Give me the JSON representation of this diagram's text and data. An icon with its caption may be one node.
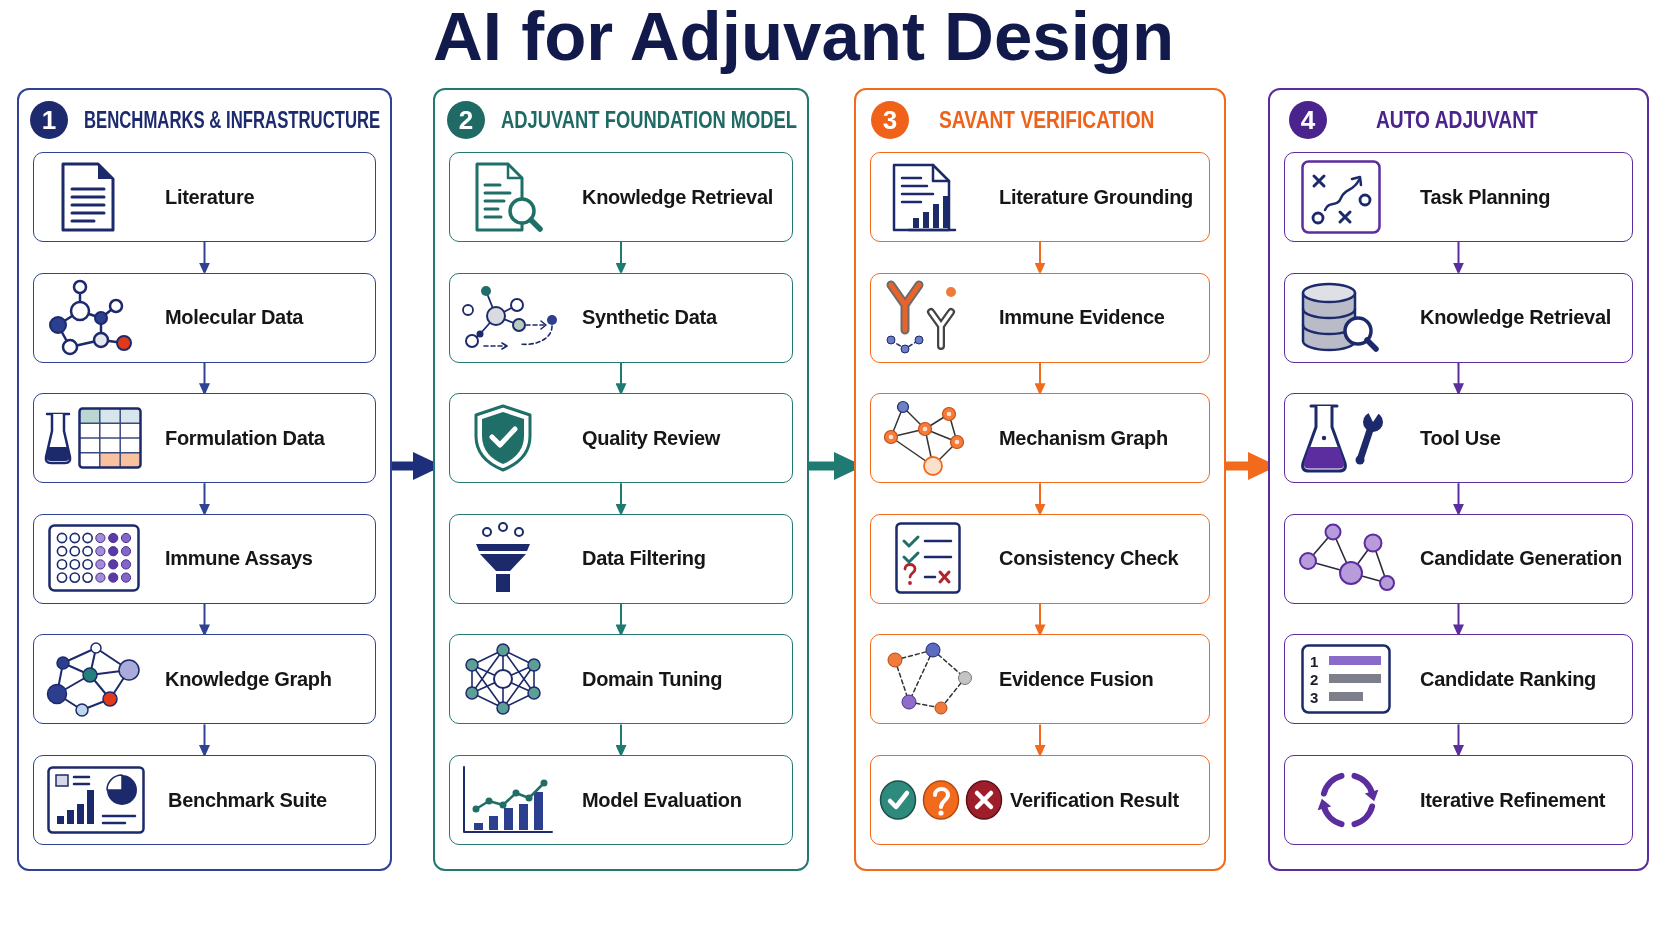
{
  "diagram": {
    "title": "AI for Adjuvant Design",
    "nodes": [
      {
        "text": [
          "1",
          "BENCHMARKS & INFRASTRUCTURE"
        ]
      },
      {
        "text": [
          "Literature"
        ],
        "in": 0
      },
      {
        "text": [
          "Molecular Data"
        ],
        "in": 0
      },
      {
        "text": [
          "Formulation Data"
        ],
        "in": 0
      },
      {
        "text": [
          "Immune Assays"
        ],
        "in": 0
      },
      {
        "text": [
          "Knowledge Graph"
        ],
        "in": 0
      },
      {
        "text": [
          "Benchmark Suite"
        ],
        "in": 0
      },
      {
        "text": [
          "2",
          "ADJUVANT FOUNDATION MODEL"
        ]
      },
      {
        "text": [
          "Knowledge Retrieval"
        ],
        "in": 7
      },
      {
        "text": [
          "Synthetic Data"
        ],
        "in": 7
      },
      {
        "text": [
          "Quality Review"
        ],
        "in": 7
      },
      {
        "text": [
          "Data Filtering"
        ],
        "in": 7
      },
      {
        "text": [
          "Domain Tuning"
        ],
        "in": 7
      },
      {
        "text": [
          "Model Evaluation"
        ],
        "in": 7
      },
      {
        "text": [
          "3",
          "SAVANT VERIFICATION"
        ]
      },
      {
        "text": [
          "Literature Grounding"
        ],
        "in": 14
      },
      {
        "text": [
          "Immune Evidence"
        ],
        "in": 14
      },
      {
        "text": [
          "Mechanism Graph"
        ],
        "in": 14
      },
      {
        "text": [
          "Consistency Check"
        ],
        "in": 14
      },
      {
        "text": [
          "Evidence Fusion"
        ],
        "in": 14
      },
      {
        "text": [
          "Verification Result"
        ],
        "in": 14
      },
      {
        "text": [
          "4",
          "AUTO ADJUVANT"
        ]
      },
      {
        "text": [
          "Task Planning"
        ],
        "in": 21
      },
      {
        "text": [
          "Knowledge Retrieval"
        ],
        "in": 21
      },
      {
        "text": [
          "Tool Use"
        ],
        "in": 21
      },
      {
        "text": [
          "Candidate Generation"
        ],
        "in": 21
      },
      {
        "text": [
          "Candidate Ranking"
        ],
        "in": 21
      },
      {
        "text": [
          "Iterative Refinement"
        ],
        "in": 21
      }
    ],
    "edges": [
      {
        "from": 1,
        "to": 2,
        "arrow": "to",
        "color": "#2e4394"
      },
      {
        "from": 2,
        "to": 3,
        "arrow": "to",
        "color": "#2e4394"
      },
      {
        "from": 3,
        "to": 4,
        "arrow": "to",
        "color": "#2e4394"
      },
      {
        "from": 4,
        "to": 5,
        "arrow": "to",
        "color": "#2e4394"
      },
      {
        "from": 5,
        "to": 6,
        "arrow": "to",
        "color": "#2e4394"
      },
      {
        "from": 8,
        "to": 9,
        "arrow": "to",
        "color": "#1f7a72"
      },
      {
        "from": 9,
        "to": 10,
        "arrow": "to",
        "color": "#1f7a72"
      },
      {
        "from": 10,
        "to": 11,
        "arrow": "to",
        "color": "#1f7a72"
      },
      {
        "from": 11,
        "to": 12,
        "arrow": "to",
        "color": "#1f7a72"
      },
      {
        "from": 12,
        "to": 13,
        "arrow": "to",
        "color": "#1f7a72"
      },
      {
        "from": 15,
        "to": 16,
        "arrow": "to",
        "color": "#f26a1b"
      },
      {
        "from": 16,
        "to": 17,
        "arrow": "to",
        "color": "#f26a1b"
      },
      {
        "from": 17,
        "to": 18,
        "arrow": "to",
        "color": "#f26a1b"
      },
      {
        "from": 18,
        "to": 19,
        "arrow": "to",
        "color": "#f26a1b"
      },
      {
        "from": 19,
        "to": 20,
        "arrow": "to",
        "color": "#f26a1b"
      },
      {
        "from": 22,
        "to": 23,
        "arrow": "to",
        "color": "#5b2d9e"
      },
      {
        "from": 23,
        "to": 24,
        "arrow": "to",
        "color": "#5b2d9e"
      },
      {
        "from": 24,
        "to": 25,
        "arrow": "to",
        "color": "#5b2d9e"
      },
      {
        "from": 25,
        "to": 26,
        "arrow": "to",
        "color": "#5b2d9e"
      },
      {
        "from": 26,
        "to": 27,
        "arrow": "to",
        "color": "#5b2d9e"
      },
      {
        "from": 0,
        "to": 7,
        "arrow": "to",
        "style": "thick",
        "color": "#1d2f7a"
      },
      {
        "from": 7,
        "to": 14,
        "arrow": "to",
        "style": "thick",
        "color": "#1f7a72"
      },
      {
        "from": 14,
        "to": 21,
        "arrow": "to",
        "style": "thick",
        "color": "#f26a1b"
      }
    ],
    "labels": [
      "1",
      "2",
      "3"
    ]
  }
}
